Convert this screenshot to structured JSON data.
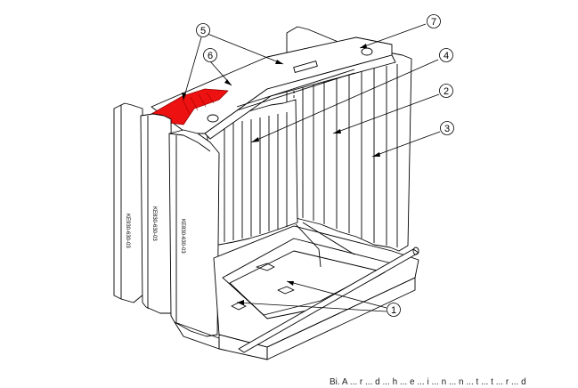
{
  "diagram": {
    "callouts": [
      "1",
      "2",
      "3",
      "4",
      "5",
      "6",
      "7"
    ],
    "part_labels": [
      "KE930-630-03",
      "KE830-630-03",
      "KE830-630-03"
    ],
    "caption": "Bi. A ... r ... d ... h ... e ... i ... n ... n ... t ... t ... r ... d",
    "colors": {
      "highlight": "#ee1111",
      "line": "#000000",
      "background": "#ffffff"
    }
  }
}
